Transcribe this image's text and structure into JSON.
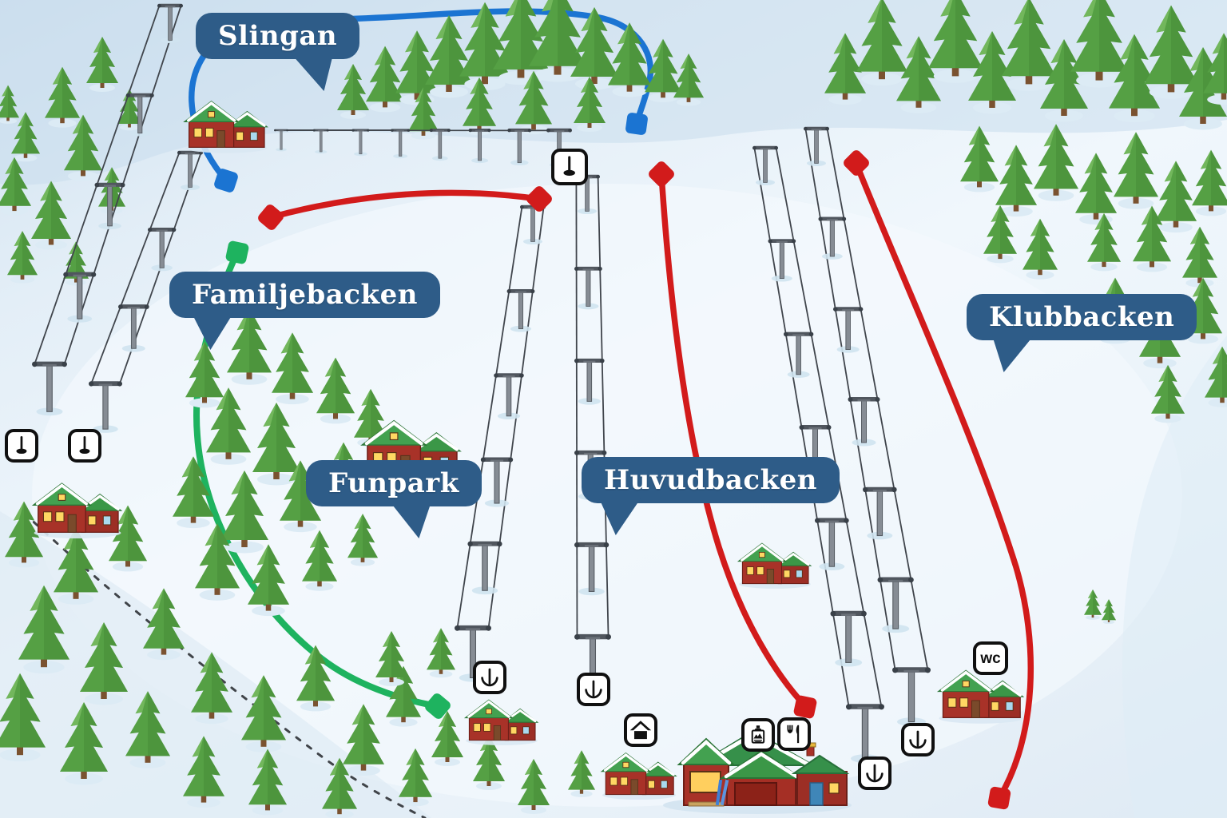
{
  "resort_map": {
    "trails": [
      {
        "name": "Slingan",
        "difficulty": "blue",
        "color": "#1b74d2"
      },
      {
        "name": "Familjebacken",
        "difficulty": "green",
        "color": "#1eb35f"
      },
      {
        "name": "Huvudbacken",
        "difficulty": "red",
        "color": "#d21b1b"
      },
      {
        "name": "Klubbacken",
        "difficulty": "red",
        "color": "#d21b1b"
      }
    ],
    "areas": [
      {
        "name": "Funpark"
      }
    ],
    "bubble": {
      "bg": "#2e5c88",
      "text_color": "#ffffff"
    },
    "icons": {
      "wc_label": "wc",
      "types": [
        "platter-lift-icon",
        "t-bar-lift-icon",
        "home-icon",
        "ski-pass-icon",
        "restaurant-icon",
        "wc-icon"
      ]
    }
  }
}
